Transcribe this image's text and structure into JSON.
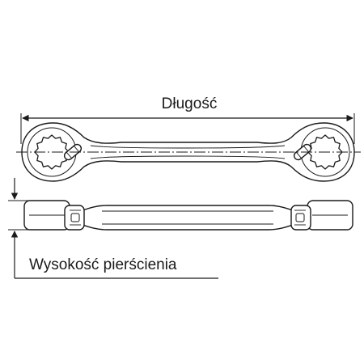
{
  "labels": {
    "length": "Długość",
    "ring_height": "Wysokość pierścienia"
  },
  "colors": {
    "line": "#1a1a1a",
    "fill": "#ffffff",
    "background": "#ffffff"
  },
  "icons": {
    "top_view": "double-ring-ratchet-wrench-top-view",
    "side_view": "double-ring-ratchet-wrench-side-view"
  }
}
